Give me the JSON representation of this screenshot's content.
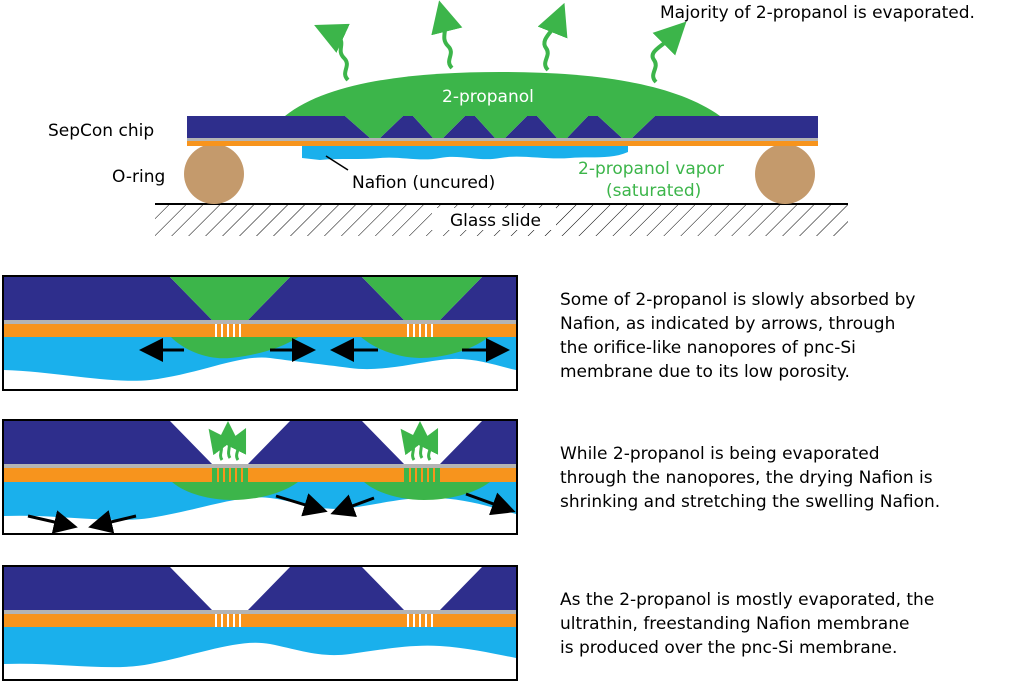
{
  "colors": {
    "chip": "#2e2e8c",
    "nitride": "#b4b4b4",
    "silicon": "#f7941d",
    "propanol": "#3cb54a",
    "nafion": "#1ab0ec",
    "oring": "#c49a6c",
    "arrow": "#000000"
  },
  "top_diagram": {
    "title": "Majority of 2-propanol is evaporated.",
    "chip_label": "SepCon chip",
    "oring_label": "O-ring",
    "propanol_label": "2-propanol",
    "nafion_label": "Nafion (uncured)",
    "vapor_label_1": "2-propanol vapor",
    "vapor_label_2": "(saturated)",
    "glass_label": "Glass slide"
  },
  "steps": [
    {
      "lines": [
        "Some of 2-propanol is slowly absorbed by",
        "Nafion, as indicated by arrows, through",
        "the orifice-like nanopores of pnc-Si",
        "membrane due to its low porosity."
      ]
    },
    {
      "lines": [
        "While 2-propanol is being evaporated",
        "through the nanopores, the drying Nafion is",
        "shrinking and stretching the swelling Nafion."
      ]
    },
    {
      "lines": [
        "As the 2-propanol is mostly evaporated, the",
        "ultrathin, freestanding Nafion membrane",
        "is produced over the pnc-Si membrane."
      ]
    }
  ]
}
